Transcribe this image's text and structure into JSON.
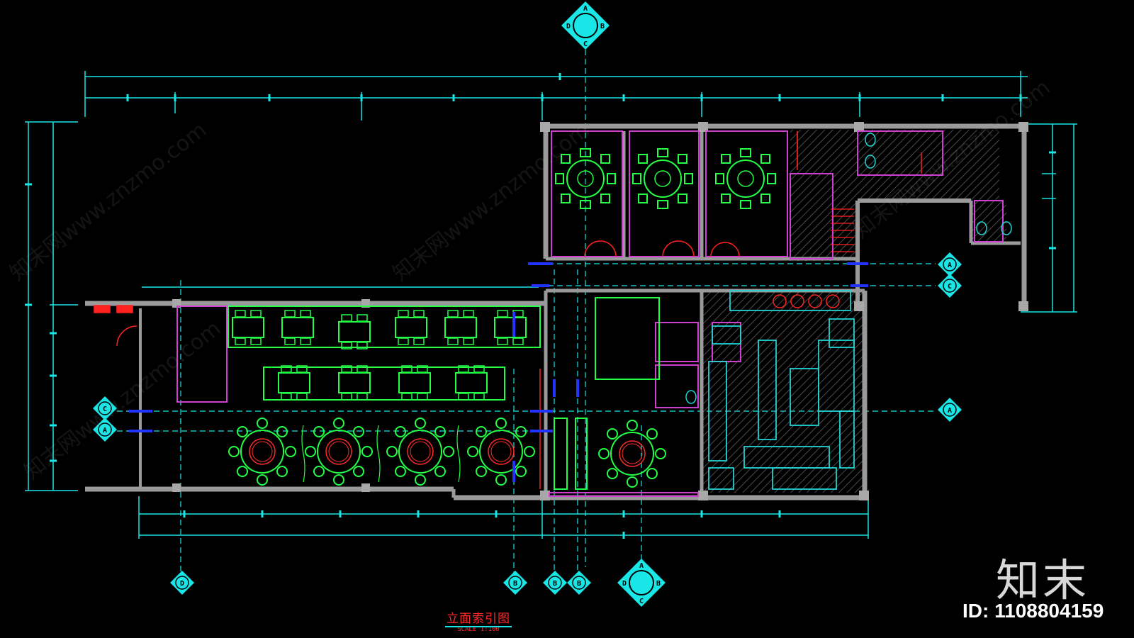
{
  "drawing": {
    "title": "立面索引图",
    "scale": "SCALE 1:100"
  },
  "brand": {
    "logo": "知末",
    "id": "ID: 1108804159"
  },
  "watermark": "知末网www.znzmo.com",
  "elevation_markers": {
    "top": [
      "A",
      "B",
      "C",
      "D"
    ],
    "bottom_big": [
      "A",
      "B",
      "C",
      "D"
    ],
    "bottom_small": [
      "D",
      "B",
      "B",
      "B"
    ],
    "left": [
      "C",
      "A"
    ],
    "right_pair": [
      "A",
      "C"
    ],
    "right_single": "A"
  },
  "colors": {
    "background": "#000000",
    "dimension_line": "#19e6e6",
    "wall": "#9a9a9a",
    "furniture": "#22ff44",
    "kitchen": "#22d3d3",
    "partition": "#d040d0",
    "door": "#ff2020",
    "marker_fill": "#19e6e6",
    "marker_text": "#000000"
  },
  "icons": [
    "elevation-marker-icon",
    "round-table-icon",
    "square-table-icon",
    "booth-icon",
    "plant-icon",
    "toilet-icon",
    "door-swing-icon"
  ]
}
